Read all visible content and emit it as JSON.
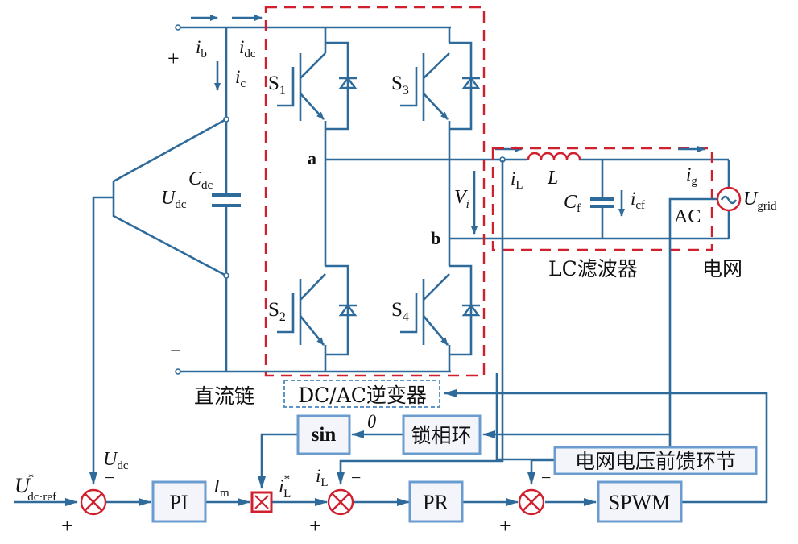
{
  "diagram": {
    "title": "Single-phase grid-connected inverter with DC-link voltage and current control",
    "colors": {
      "wire": "#2e6a9a",
      "boundary": "#d0202e",
      "block_border": "#6b9cd0",
      "block_fill": "#f3f5fa"
    },
    "dc_link": {
      "label": "直流链",
      "plus": "+",
      "minus": "−",
      "current_b": {
        "sym": "i",
        "sub": "b"
      },
      "current_dc": {
        "sym": "i",
        "sub": "dc"
      },
      "current_c": {
        "sym": "i",
        "sub": "c"
      },
      "capacitor": {
        "sym": "C",
        "sub": "dc"
      },
      "voltage": {
        "sym": "U",
        "sub": "dc"
      }
    },
    "inverter": {
      "label": "DC/AC逆变器",
      "switches": [
        {
          "sym": "S",
          "sub": "1"
        },
        {
          "sym": "S",
          "sub": "3"
        },
        {
          "sym": "S",
          "sub": "2"
        },
        {
          "sym": "S",
          "sub": "4"
        }
      ],
      "node_a": "a",
      "node_b": "b",
      "output_voltage": {
        "sym": "V",
        "sub": "i"
      }
    },
    "filter": {
      "label": "LC滤波器",
      "inductor": "L",
      "inductor_current": {
        "sym": "i",
        "sub": "L"
      },
      "capacitor": {
        "sym": "C",
        "sub": "f"
      },
      "capacitor_current": {
        "sym": "i",
        "sub": "cf"
      }
    },
    "grid": {
      "label": "电网",
      "current": {
        "sym": "i",
        "sub": "g"
      },
      "source_symbol": "~",
      "voltage": {
        "sym": "U",
        "sub": "grid"
      },
      "ac_label": "AC"
    },
    "control": {
      "reference": {
        "sym": "U",
        "sup": "*",
        "sub": "dc·ref"
      },
      "feedback_udc": {
        "sym": "U",
        "sub": "dc"
      },
      "pi": "PI",
      "im": {
        "sym": "I",
        "sub": "m"
      },
      "il_ref": {
        "sym": "i",
        "sup": "*",
        "sub": "L"
      },
      "il_fb": {
        "sym": "i",
        "sub": "L"
      },
      "pr": "PR",
      "spwm": "SPWM",
      "sin": "sin",
      "pll": "锁相环",
      "theta": "θ",
      "feedforward": "电网电压前馈环节",
      "plus": "+",
      "minus": "−"
    }
  }
}
